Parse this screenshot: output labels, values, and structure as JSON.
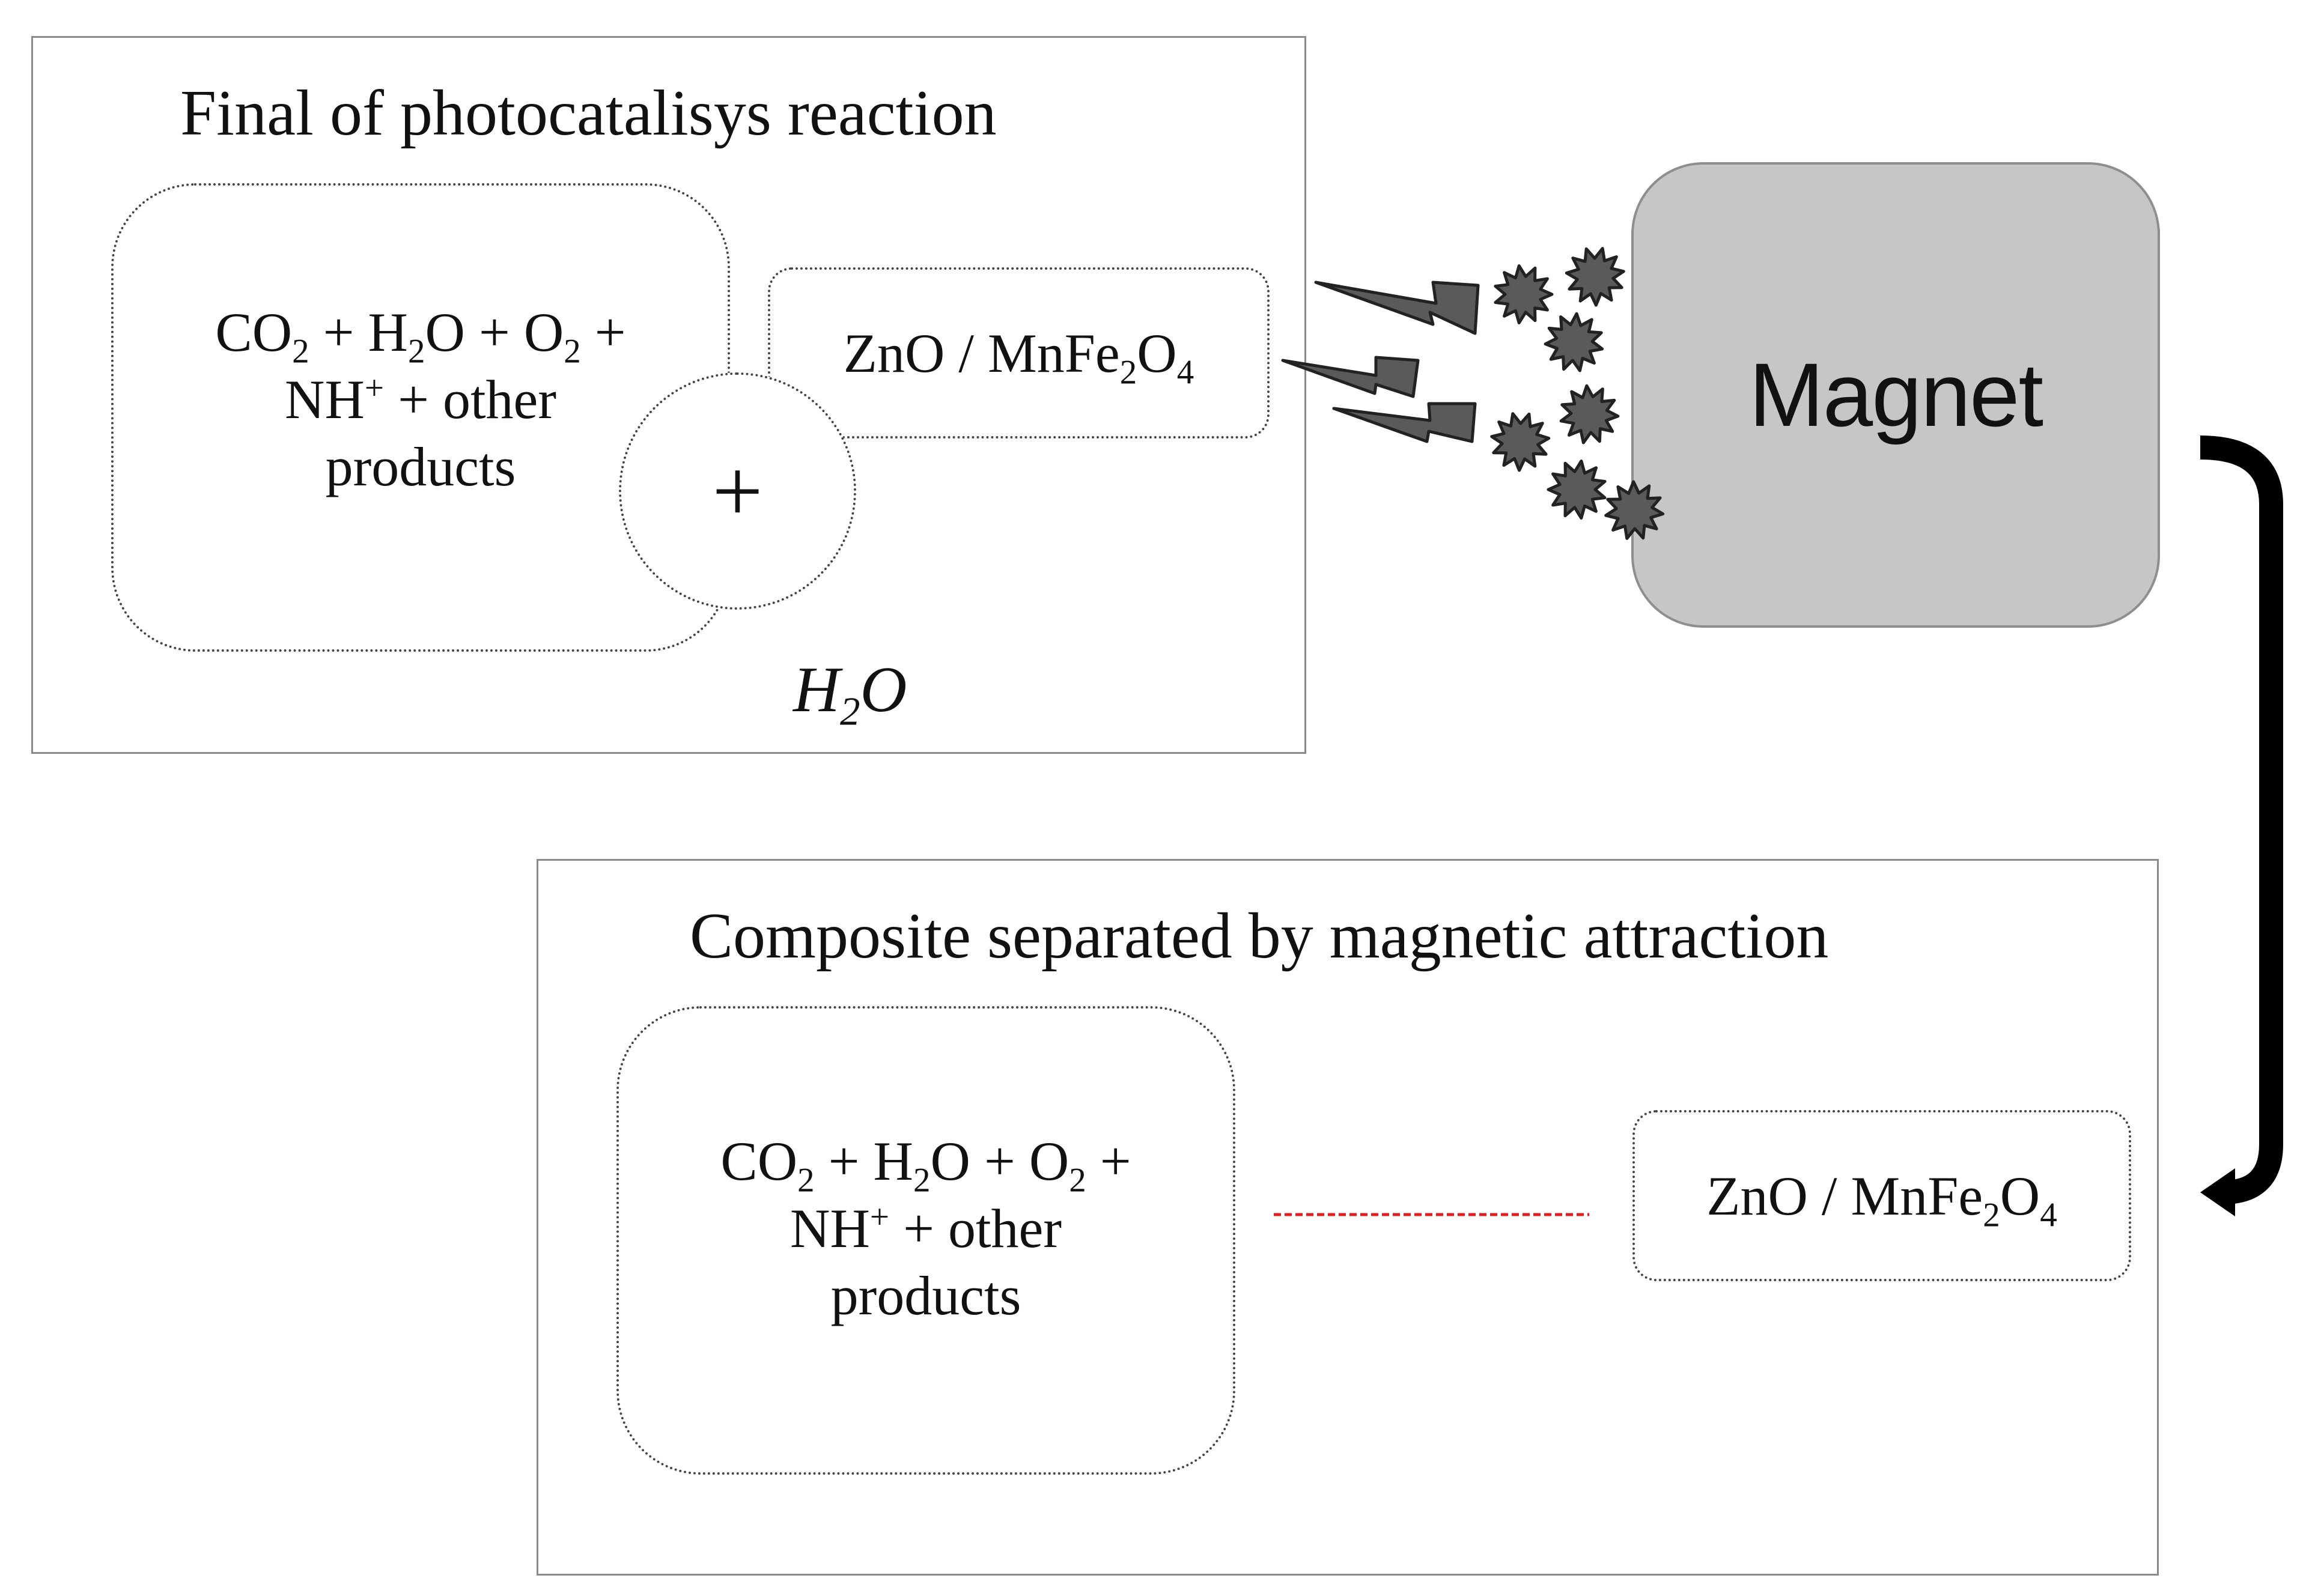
{
  "top_panel": {
    "title": "Final of photocatalisys reaction",
    "products": {
      "line1": [
        "CO",
        "2",
        " + H",
        "2",
        "O + O",
        "2",
        " +"
      ],
      "line2": [
        "NH",
        "+",
        " + other"
      ],
      "line3": "products"
    },
    "plus_sign": "+",
    "composite": [
      "ZnO / MnFe",
      "2",
      "O",
      "4"
    ],
    "water": [
      "H",
      "2",
      "O"
    ]
  },
  "magnet": {
    "label": "Magnet"
  },
  "bottom_panel": {
    "title": "Composite separated by magnetic attraction",
    "products": {
      "line1": [
        "CO",
        "2",
        " + H",
        "2",
        "O + O",
        "2",
        " +"
      ],
      "line2": [
        "NH",
        "+",
        " + other"
      ],
      "line3": "products"
    },
    "composite": [
      "ZnO / MnFe",
      "2",
      "O",
      "4"
    ]
  },
  "colors": {
    "magnet_fill": "#c6c6c6",
    "particle_fill": "#5a5a5a",
    "separator_line": "#e02020",
    "arrow": "#000000"
  }
}
